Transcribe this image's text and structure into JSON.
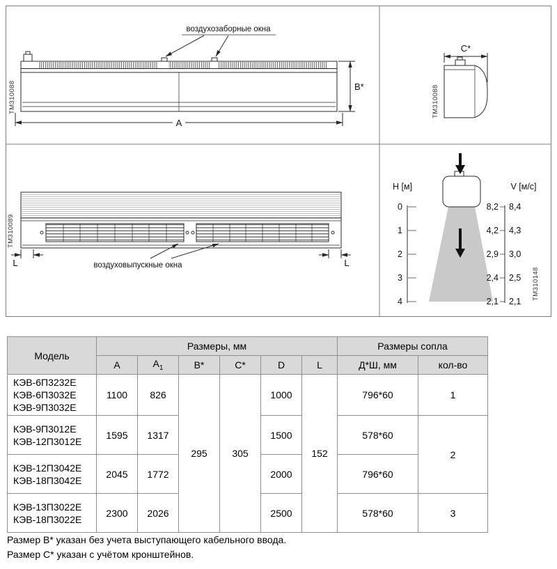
{
  "colors": {
    "table_header_bg": "#d9d9d9",
    "cone_fill": "#c9c9c9",
    "line_color": "#2a2a2a"
  },
  "drawings": {
    "front_top": {
      "callout": "воздухозаборные окна",
      "dim_a": "A",
      "dim_b": "B*",
      "tm": "ТМ310088"
    },
    "side": {
      "dim_c": "C*",
      "tm": "ТМ310088"
    },
    "front_bottom": {
      "callout": "воздуховыпускные окна",
      "dim_l_left": "L",
      "dim_l_right": "L",
      "tm": "ТМ310089"
    },
    "airflow": {
      "h_label": "H [м]",
      "v_label": "V [м/с]",
      "h_ticks": [
        "0",
        "1",
        "2",
        "3",
        "4"
      ],
      "v_col1": [
        "8,2",
        "4,2",
        "2,9",
        "2,4",
        "2,1"
      ],
      "v_col2": [
        "8,4",
        "4,3",
        "3,0",
        "2,5",
        "2,1"
      ],
      "tm": "ТМ310148"
    }
  },
  "table": {
    "header": {
      "model": "Модель",
      "dims_group": "Размеры, мм",
      "nozzle_group": "Размеры сопла",
      "col_a": "A",
      "col_a1_base": "A",
      "col_a1_sub": "1",
      "col_b": "B*",
      "col_c": "C*",
      "col_d": "D",
      "col_l": "L",
      "col_nozzle": "Д*Ш, мм",
      "col_qty": "кол-во"
    },
    "shared": {
      "b": "295",
      "c": "305",
      "l": "152"
    },
    "rows": [
      {
        "models": [
          "КЭВ-6П3232Е",
          "КЭВ-6П3032Е",
          "КЭВ-9П3032Е"
        ],
        "a": "1100",
        "a1": "826",
        "d": "1000",
        "nozzle": "796*60",
        "qty": "1"
      },
      {
        "models": [
          "КЭВ-9П3012Е",
          "КЭВ-12П3012Е"
        ],
        "a": "1595",
        "a1": "1317",
        "d": "1500",
        "nozzle": "578*60",
        "qty": "2"
      },
      {
        "models": [
          "КЭВ-12П3042Е",
          "КЭВ-18П3042Е"
        ],
        "a": "2045",
        "a1": "1772",
        "d": "2000",
        "nozzle": "796*60"
      },
      {
        "models": [
          "КЭВ-13П3022Е",
          "КЭВ-18П3022Е"
        ],
        "a": "2300",
        "a1": "2026",
        "d": "2500",
        "nozzle": "578*60",
        "qty": "3"
      }
    ]
  },
  "footnotes": [
    "Размер B* указан без учета выступающего кабельного ввода.",
    "Размер C* указан с учётом кронштейнов."
  ]
}
